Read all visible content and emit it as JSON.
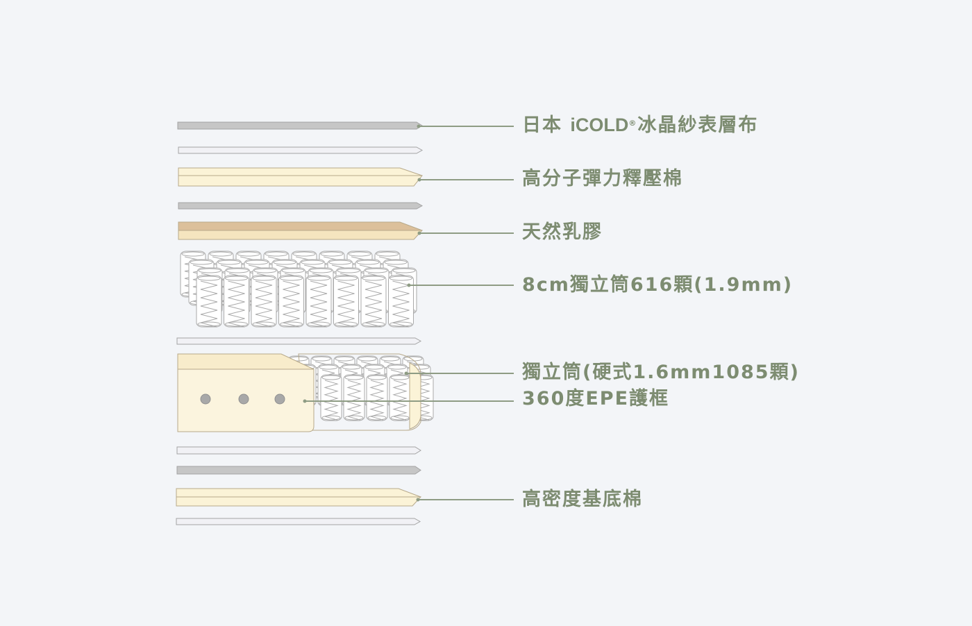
{
  "colors": {
    "background": "#f3f5f8",
    "leader_line": "#8e9c84",
    "label_text": "#7d8c71",
    "fabric_gray": "#c6c6c6",
    "fabric_light": "#f1f1f5",
    "foam_cream": "#fbf3d7",
    "latex_top": "#dcc09b",
    "latex_bottom": "#f5e5bf",
    "spring_outline": "#a9a9a9",
    "edge_dot": "#a8a8a8"
  },
  "labels": {
    "cover": {
      "prefix": "日本 ",
      "brand": "iCOLD",
      "mark": "®",
      "suffix": "冰晶紗表層布"
    },
    "memory_foam": "高分子彈力釋壓棉",
    "latex": "天然乳膠",
    "pocket_springs_top": "8cm獨立筒616顆(1.9mm)",
    "pocket_springs_bottom": "獨立筒(硬式1.6mm1085顆)",
    "epe_frame": "360度EPE護框",
    "base_foam": "高密度基底棉"
  }
}
